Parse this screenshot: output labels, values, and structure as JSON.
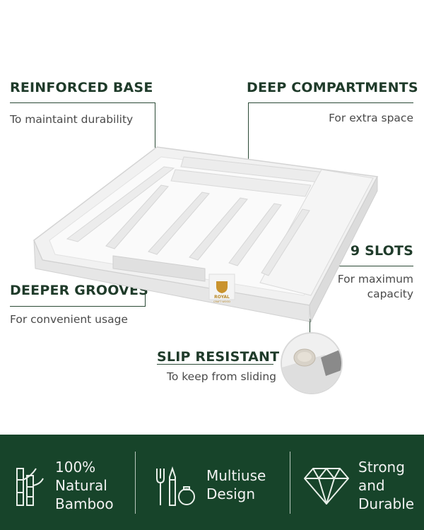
{
  "callouts": {
    "reinforced_base": {
      "title": "REINFORCED BASE",
      "subtitle": "To maintaint durability"
    },
    "deep_compartments": {
      "title": "DEEP COMPARTMENTS",
      "subtitle": "For extra space"
    },
    "nine_slots": {
      "title": "9 SLOTS",
      "subtitle_line1": "For maximum",
      "subtitle_line2": "capacity"
    },
    "deeper_grooves": {
      "title": "DEEPER GROOVES",
      "subtitle": "For convenient usage"
    },
    "slip_resistant": {
      "title": "SLIP RESISTANT",
      "subtitle": "To keep from sliding"
    }
  },
  "brand": {
    "logo_text": "ROYAL",
    "logo_sub": "CRAFT WOOD"
  },
  "features": [
    {
      "icon": "bamboo-icon",
      "lines": [
        "100%",
        "Natural",
        "Bamboo"
      ]
    },
    {
      "icon": "utensils-icon",
      "lines": [
        "Multiuse",
        "Design"
      ]
    },
    {
      "icon": "diamond-icon",
      "lines": [
        "Strong",
        "and",
        "Durable"
      ]
    }
  ],
  "colors": {
    "footer_bg": "#17442a",
    "heading": "#1f3b2a",
    "accent_line": "#2b4a36"
  }
}
